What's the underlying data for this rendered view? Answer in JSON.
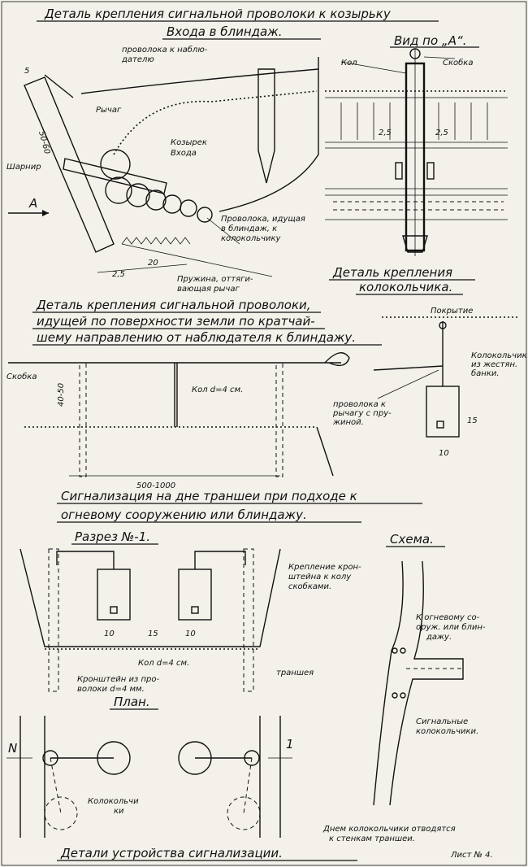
{
  "sections": {
    "entrance": {
      "title_line1": "Деталь крепления сигнальной проволоки к козырьку",
      "title_line2": "Входа в блиндаж.",
      "label_wire_observer": "проволока к наблю-",
      "label_wire_observer_2": "дателю",
      "label_lever": "Рычаг",
      "label_hinge": "Шарнир",
      "label_visor": "Козырек",
      "label_visor_2": "Входа",
      "label_wire_bells": "Проволока, идущая",
      "label_wire_bells_2": "в блиндаж, к",
      "label_wire_bells_3": "колокольчику",
      "label_spring": "Пружина, оттяги-",
      "label_spring_2": "вающая рычаг",
      "label_arrow_a": "А",
      "dim_5": "5",
      "dim_5060": "50-60",
      "dim_25": "2,5",
      "dim_20": "20"
    },
    "view_a": {
      "title": "Вид по „А“.",
      "label_stake": "Кол",
      "label_staple": "Скобка",
      "dim_left": "2,5",
      "dim_right": "2,5",
      "caption_line1": "Деталь крепления",
      "caption_line2": "колокольчика."
    },
    "surface": {
      "title_line1": "Деталь крепления сигнальной проволоки,",
      "title_line2": "идущей по поверхности земли по кратчай-",
      "title_line3": "шему направлению от наблюдателя к блиндажу.",
      "label_staple": "Скобка",
      "dim_4050": "40-50",
      "label_stake": "Кол d=4 см.",
      "dim_span": "500-1000",
      "label_cover": "Покрытие",
      "label_bell": "Колокольчик",
      "label_bell_2": "из жестян.",
      "label_bell_3": "банки.",
      "label_wire_lever": "проволока к",
      "label_wire_lever_2": "рычагу с пру-",
      "label_wire_lever_3": "жиной.",
      "dim_15": "15",
      "dim_10": "10"
    },
    "trench": {
      "title_line1": "Сигнализация на дне траншеи при подходе к",
      "title_line2": "огневому сооружению или блиндажу.",
      "section_title": "Разрез №-1.",
      "label_mount": "Крепление крон-",
      "label_mount_2": "штейна к колу",
      "label_mount_3": "скобками.",
      "dim_10a": "10",
      "dim_15": "15",
      "dim_10b": "10",
      "label_stake": "Кол d=4 см.",
      "label_trench": "траншея",
      "label_bracket": "Кронштейн из про-",
      "label_bracket_2": "волоки d=4 мм.",
      "plan_title": "План.",
      "label_bells": "Колокольчи",
      "label_bells_2": "ки",
      "mark_n": "N",
      "mark_1": "1"
    },
    "scheme": {
      "title": "Схема.",
      "label_to_firing": "К огневому со-",
      "label_to_firing_2": "оруж. или блин-",
      "label_to_firing_3": "дажу.",
      "label_signal_bells": "Сигнальные",
      "label_signal_bells_2": "колокольчики.",
      "note_line1": "Днем колокольчики отводятся",
      "note_line2": "к стенкам траншеи."
    }
  },
  "footer": {
    "title": "Детали устройства сигнализации.",
    "sheet": "Лист № 4."
  }
}
